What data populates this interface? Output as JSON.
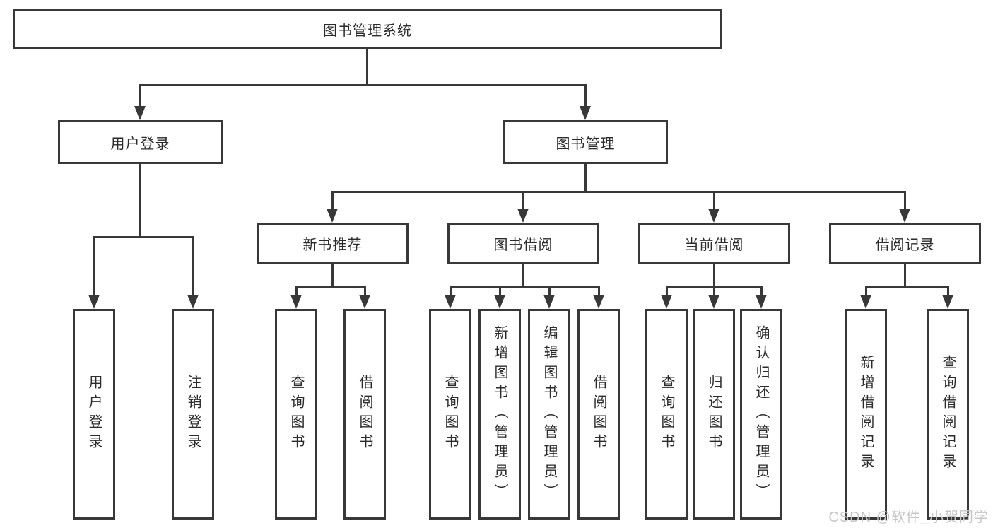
{
  "tree": {
    "root": "图书管理系统",
    "children": [
      {
        "label": "用户登录",
        "children": [
          {
            "label": "用户登录"
          },
          {
            "label": "注销登录"
          }
        ]
      },
      {
        "label": "图书管理",
        "children": [
          {
            "label": "新书推荐",
            "children": [
              {
                "label": "查询图书"
              },
              {
                "label": "借阅图书"
              }
            ]
          },
          {
            "label": "图书借阅",
            "children": [
              {
                "label": "查询图书"
              },
              {
                "label": "新增图书（管理员）"
              },
              {
                "label": "编辑图书（管理员）"
              },
              {
                "label": "借阅图书"
              }
            ]
          },
          {
            "label": "当前借阅",
            "children": [
              {
                "label": "查询图书"
              },
              {
                "label": "归还图书"
              },
              {
                "label": "确认归还（管理员）"
              }
            ]
          },
          {
            "label": "借阅记录",
            "children": [
              {
                "label": "新增借阅记录"
              },
              {
                "label": "查询借阅记录"
              }
            ]
          }
        ]
      }
    ]
  },
  "watermark": {
    "text": "CSDN @软件_小贺同学"
  },
  "colors": {
    "line": "#383838",
    "text": "#2b2b2b",
    "watermark": "#c6c6c6",
    "background": "#ffffff"
  }
}
